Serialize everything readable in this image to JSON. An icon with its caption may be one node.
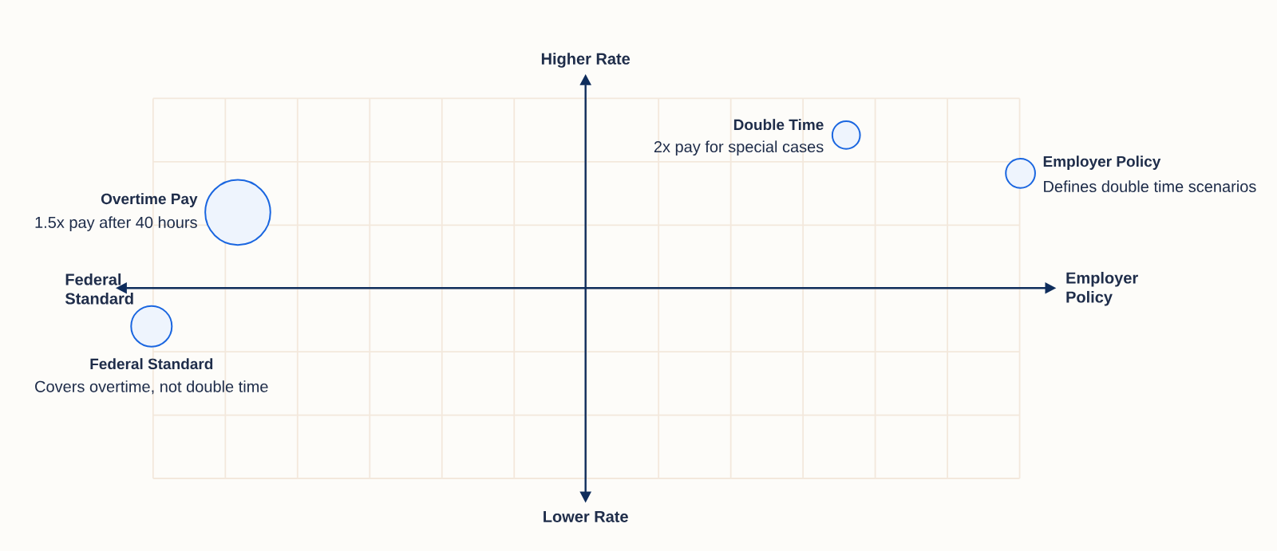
{
  "diagram": {
    "nodes": [
      {
        "text": [
          "Double Time",
          "2x pay for special cases"
        ]
      },
      {
        "text": [
          "Employer Policy",
          "Defines double time scenarios"
        ]
      },
      {
        "text": [
          "Overtime Pay",
          "1.5x pay after 40 hours"
        ]
      },
      {
        "text": [
          "Federal Standard",
          "Covers overtime, not double time"
        ]
      }
    ],
    "labels": [
      "Higher Rate",
      "Federal Standard",
      "Employer Policy",
      "Lower Rate"
    ]
  }
}
